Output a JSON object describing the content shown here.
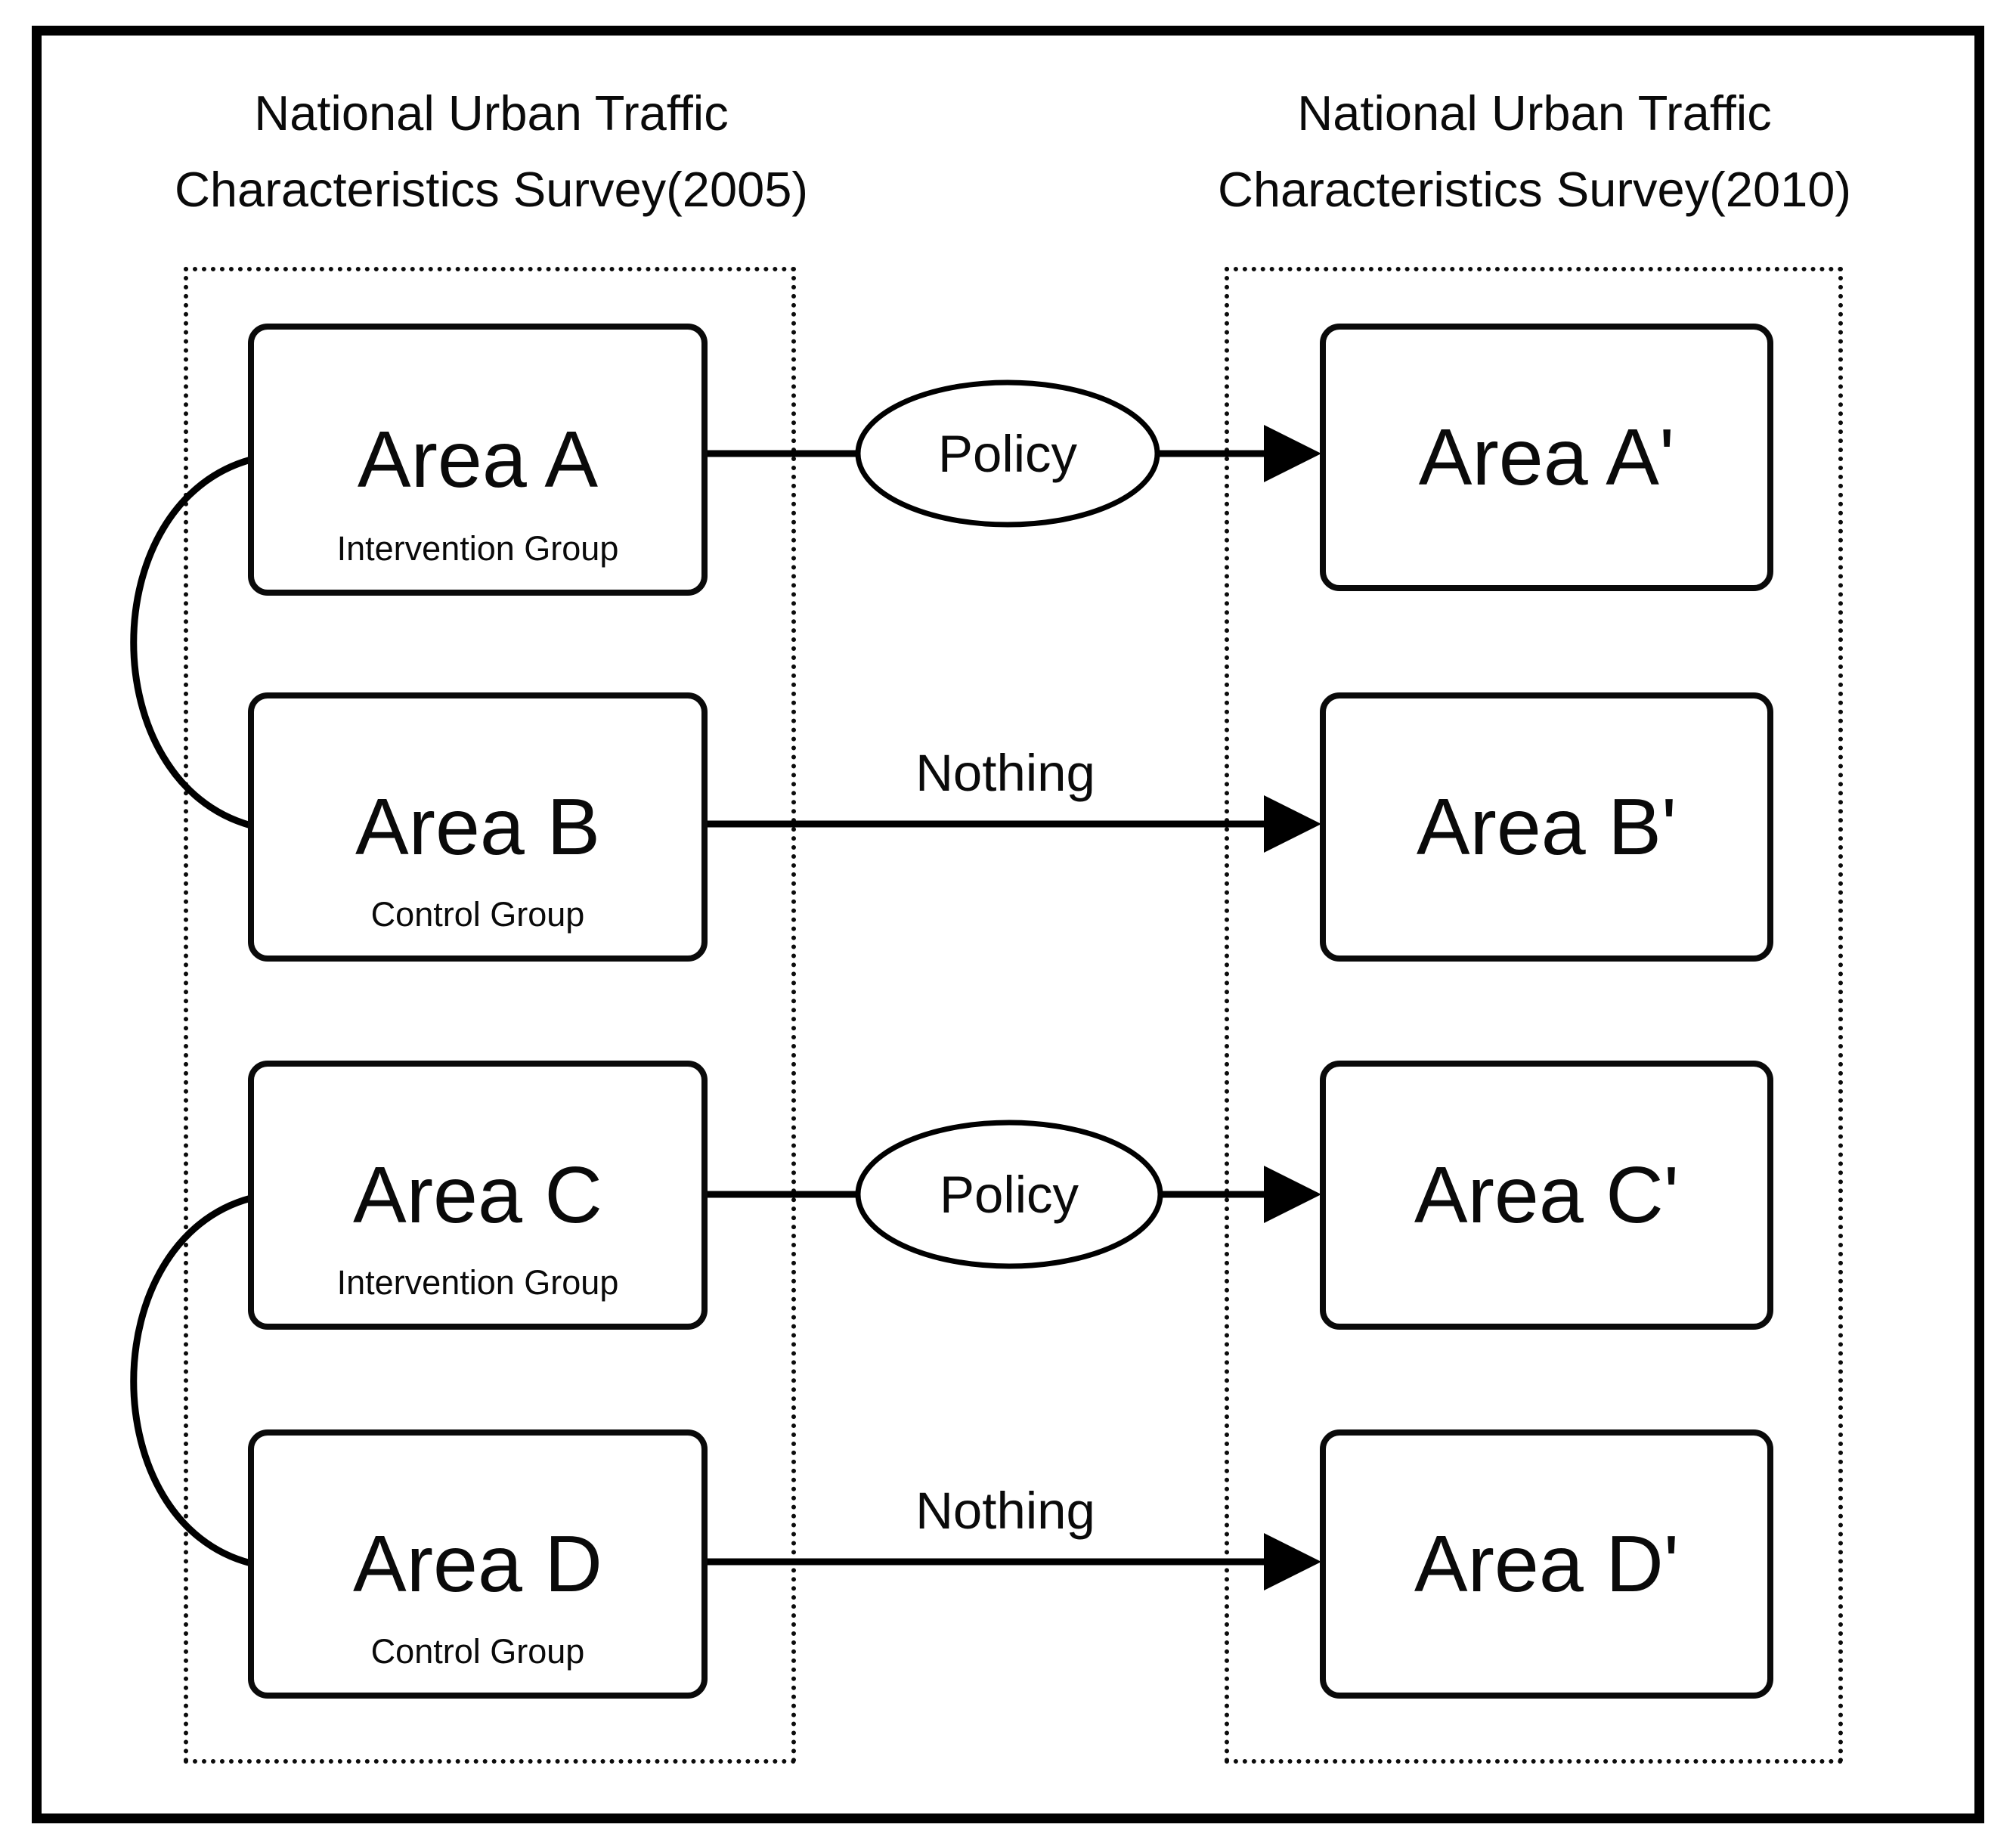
{
  "figure": {
    "left_panel": {
      "title_line1": "National Urban Traffic",
      "title_line2": "Characteristics Survey(2005)"
    },
    "right_panel": {
      "title_line1": "National Urban Traffic",
      "title_line2": "Characteristics Survey(2010)"
    }
  },
  "areas_2005": [
    {
      "label": "Area A",
      "group": "Intervention Group"
    },
    {
      "label": "Area B",
      "group": "Control Group"
    },
    {
      "label": "Area C",
      "group": "Intervention Group"
    },
    {
      "label": "Area D",
      "group": "Control Group"
    }
  ],
  "areas_2010": [
    {
      "label": "Area A'"
    },
    {
      "label": "Area B'"
    },
    {
      "label": "Area C'"
    },
    {
      "label": "Area D'"
    }
  ],
  "interventions": [
    {
      "row": "A",
      "label": "Policy",
      "shape": "ellipse"
    },
    {
      "row": "B",
      "label": "Nothing",
      "shape": "plain"
    },
    {
      "row": "C",
      "label": "Policy",
      "shape": "ellipse"
    },
    {
      "row": "D",
      "label": "Nothing",
      "shape": "plain"
    }
  ],
  "colors": {
    "ink": "#000000",
    "background": "#ffffff"
  }
}
